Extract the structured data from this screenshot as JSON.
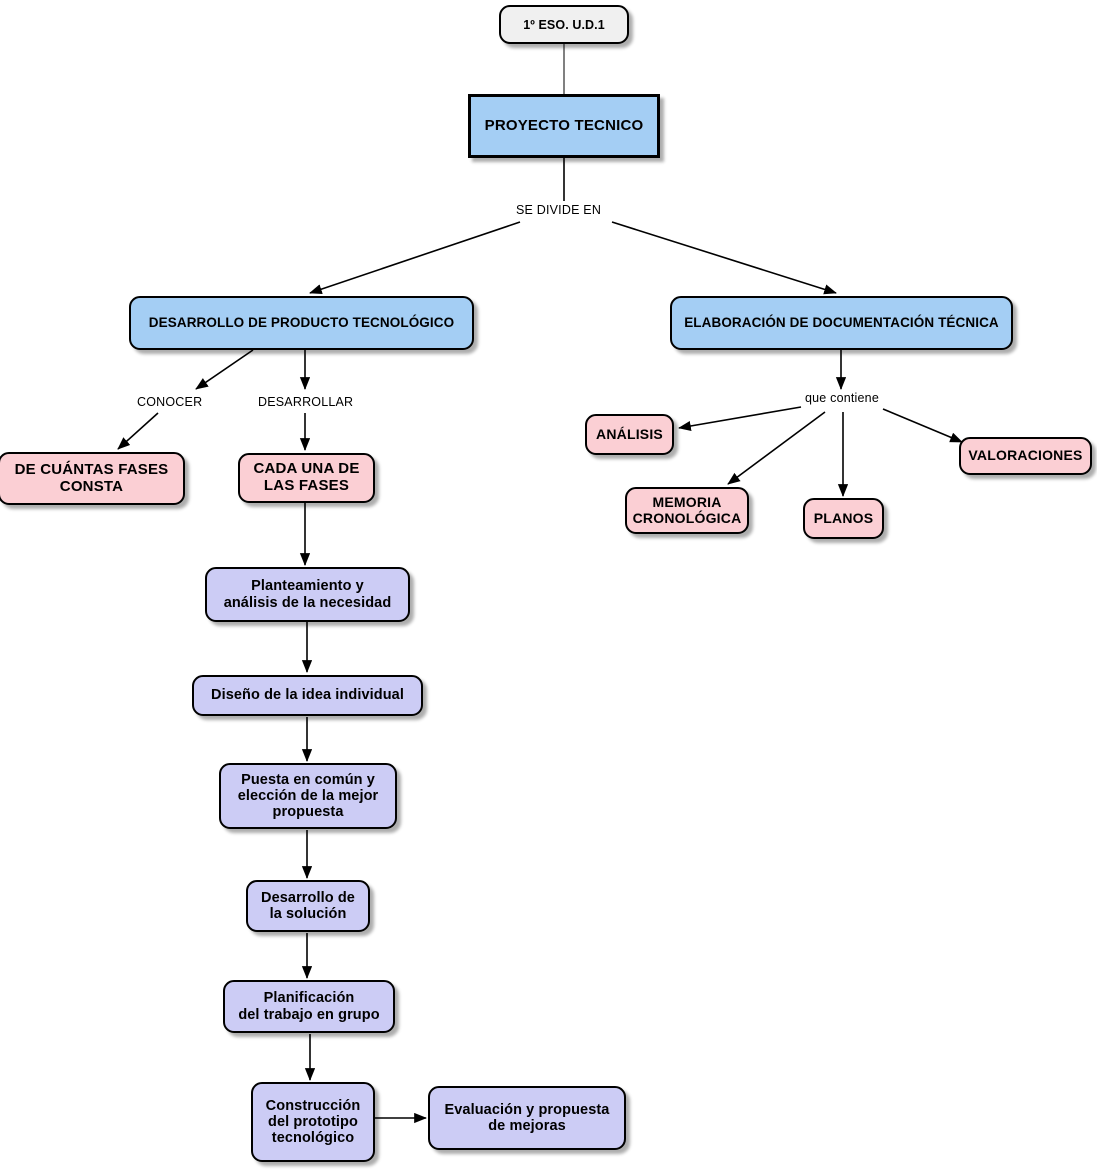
{
  "diagram": {
    "title": "PROYECTO TECNICO",
    "colors": {
      "root_fill": "#f0f0f0",
      "blue_fill": "#a4cef4",
      "pink_fill": "#fbcfd4",
      "purple_fill": "#ccccf5",
      "stroke": "#000000",
      "background": "#ffffff"
    },
    "nodes": {
      "root": "1º ESO. U.D.1",
      "main": "PROYECTO TECNICO",
      "branch_left": "DESARROLLO DE PRODUCTO TECNOLÓGICO",
      "branch_right": "ELABORACIÓN DE DOCUMENTACIÓN TÉCNICA",
      "de_cuantas_fases": "DE CUÁNTAS FASES\nCONSTA",
      "cada_una_fases": "CADA UNA DE\nLAS FASES",
      "analisis": "ANÁLISIS",
      "memoria": "MEMORIA\nCRONOLÓGICA",
      "planos": "PLANOS",
      "valoraciones": "VALORACIONES",
      "fase_1": "Planteamiento y\nanálisis de la necesidad",
      "fase_2": "Diseño de la idea individual",
      "fase_3": "Puesta en común y\nelección de la mejor\npropuesta",
      "fase_4": "Desarrollo de\nla solución",
      "fase_5": "Planificación\ndel trabajo en grupo",
      "fase_6": "Construcción\ndel prototipo\ntecnológico",
      "fase_7": "Evaluación y propuesta\nde mejoras"
    },
    "edge_labels": {
      "se_divide_en": "SE DIVIDE EN",
      "conocer": "CONOCER",
      "desarrollar": "DESARROLLAR",
      "que_contiene": "que contiene"
    }
  }
}
